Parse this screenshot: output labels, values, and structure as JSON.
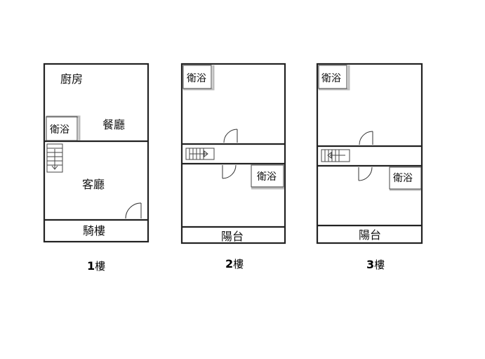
{
  "floors": [
    {
      "caption_num": "1",
      "caption_unit": "樓",
      "rooms": {
        "kitchen": "廚房",
        "dining": "餐廳",
        "bath": "衛浴",
        "living": "客廳",
        "arcade": "騎樓"
      }
    },
    {
      "caption_num": "2",
      "caption_unit": "樓",
      "rooms": {
        "bath_top": "衛浴",
        "bath_mid": "衛浴",
        "balcony": "陽台"
      }
    },
    {
      "caption_num": "3",
      "caption_unit": "樓",
      "rooms": {
        "bath_top": "衛浴",
        "bath_mid": "衛浴",
        "balcony": "陽台"
      }
    }
  ]
}
